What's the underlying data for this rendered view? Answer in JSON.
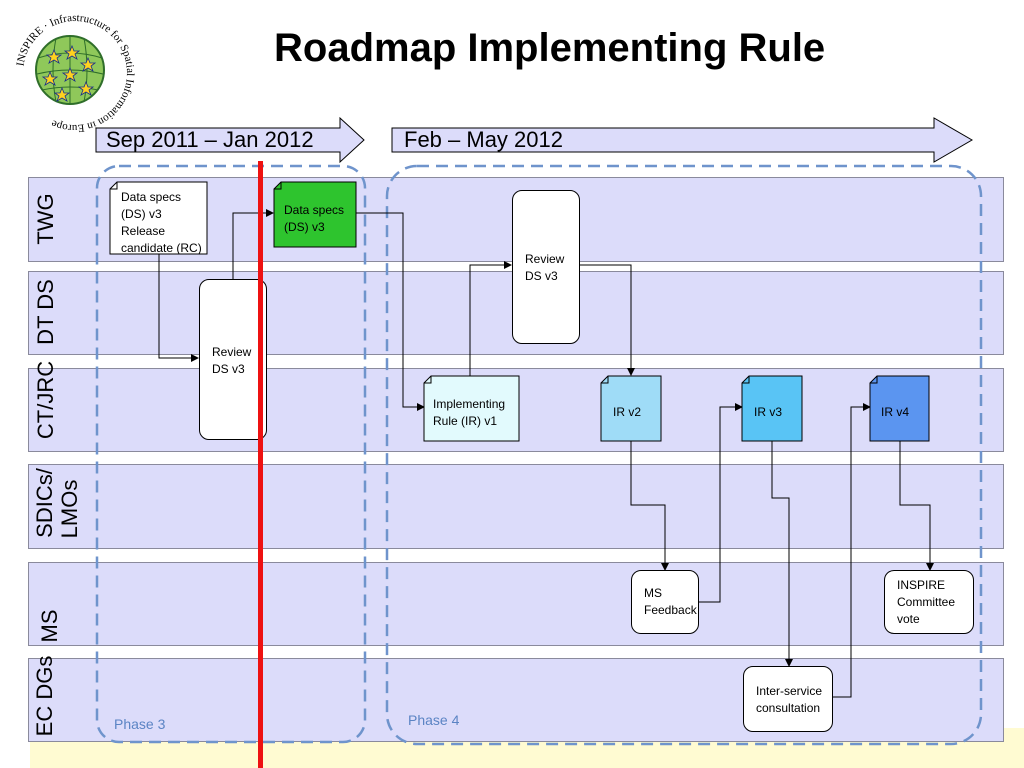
{
  "title": "Roadmap Implementing Rule",
  "logo": {
    "ring_text": "INSPIRE · Infrastructure for Spatial Information in Europe"
  },
  "periods": {
    "p1": "Sep 2011 – Jan 2012",
    "p2": "Feb – May 2012"
  },
  "lanes": {
    "twg": "TWG",
    "dtds": "DT DS",
    "ctjrc": "CT/JRC",
    "sdics_1": "SDICs/",
    "sdics_2": "LMOs",
    "ms": "MS",
    "ecdgs": "EC DGs"
  },
  "phases": {
    "phase3": "Phase 3",
    "phase4": "Phase 4"
  },
  "boxes": {
    "data_specs_rc": [
      "Data specs",
      "(DS) v3",
      "Release",
      "candidate (RC)"
    ],
    "data_specs_v3": [
      "Data specs",
      "(DS) v3"
    ],
    "review_ds_1": [
      "Review",
      "DS v3"
    ],
    "review_ds_2": [
      "Review",
      "DS v3"
    ],
    "implementing_rule": [
      "Implementing",
      "Rule (IR) v1"
    ],
    "ir_v2": "IR v2",
    "ir_v3": "IR v3",
    "ir_v4": "IR v4",
    "ms_feedback": [
      "MS",
      "Feedback"
    ],
    "inspire_vote": [
      "INSPIRE",
      "Committee",
      "vote"
    ],
    "inter_service": [
      "Inter-service",
      "consultation"
    ]
  },
  "colors": {
    "lane_fill": "#dcdcfa",
    "green_doc": "#2ec42e",
    "ir_v1": "#e2fafd",
    "ir_v2": "#9fdcf7",
    "ir_v3": "#59c4f5",
    "ir_v4": "#5b95f0",
    "phase_border": "#6f94cc",
    "now_line": "#ee1111",
    "bottom_band": "#fffbd2"
  }
}
